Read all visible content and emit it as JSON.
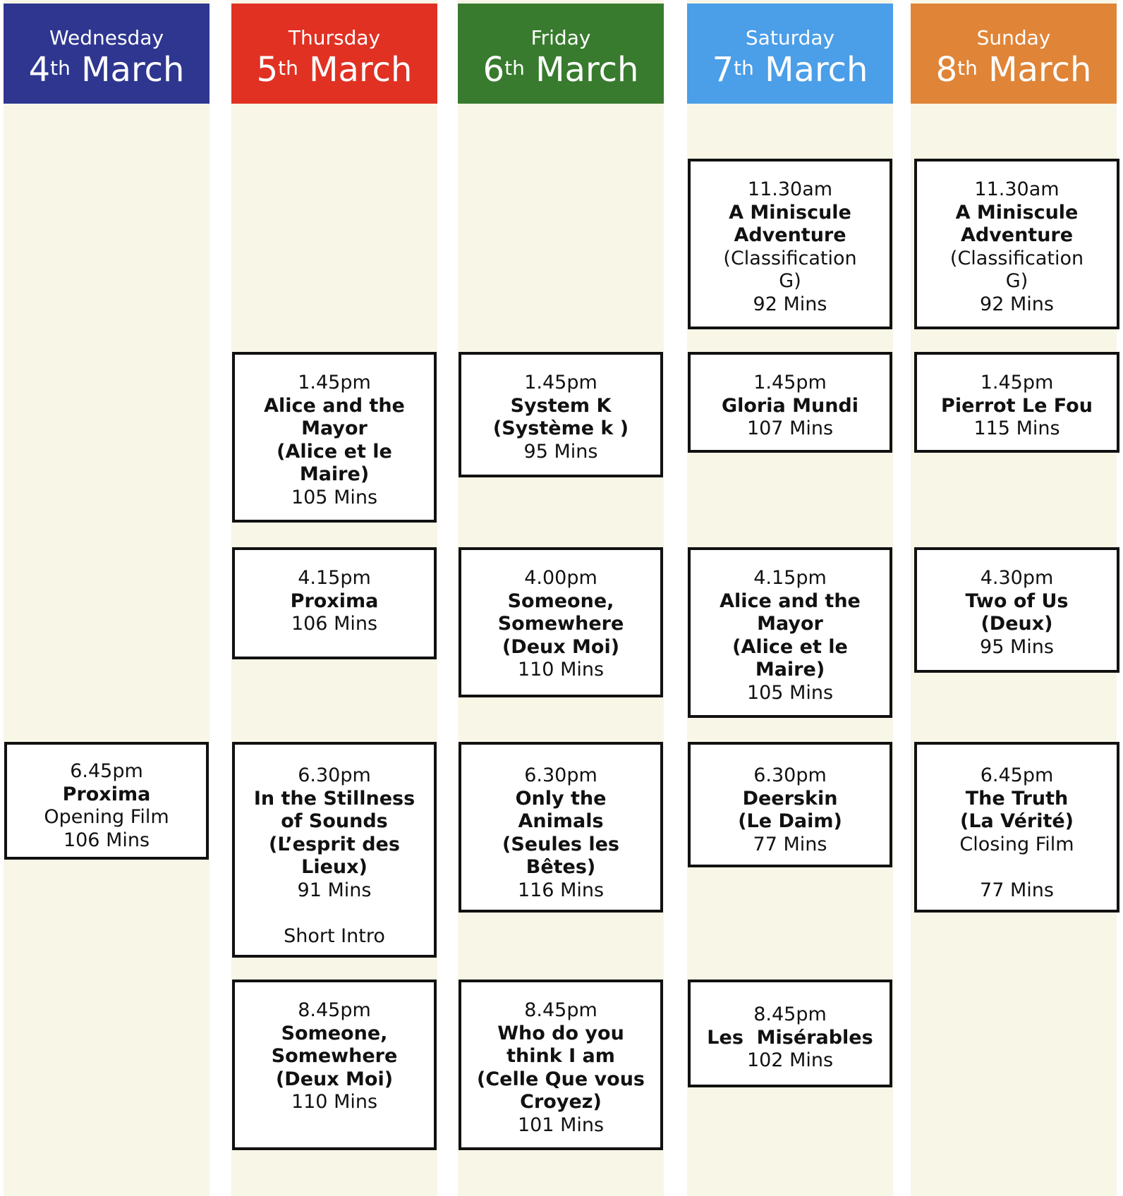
{
  "colors": {
    "wednesday": "#2e3690",
    "thursday": "#e03123",
    "friday": "#387b2e",
    "saturday": "#4b9ee8",
    "sunday": "#e08437",
    "column_bg": "#f8f6e6"
  },
  "days": [
    {
      "weekday": "Wednesday",
      "day": "4",
      "suffix": "th",
      "month": "March",
      "events": [
        {
          "time": "6.45pm",
          "title": [
            "Proxima"
          ],
          "extra": "Opening Film",
          "duration": "106 Mins"
        }
      ]
    },
    {
      "weekday": "Thursday",
      "day": "5",
      "suffix": "th",
      "month": "March",
      "events": [
        {
          "time": "1.45pm",
          "title": [
            "Alice and the",
            "Mayor",
            "(Alice et le",
            "Maire)"
          ],
          "duration": "105 Mins"
        },
        {
          "time": "4.15pm",
          "title": [
            "Proxima"
          ],
          "duration": "106 Mins"
        },
        {
          "time": "6.30pm",
          "title": [
            "In the Stillness",
            "of Sounds",
            "(L’esprit des",
            "Lieux)"
          ],
          "duration": "91 Mins",
          "note": "Short Intro"
        },
        {
          "time": "8.45pm",
          "title": [
            "Someone,",
            "Somewhere",
            "(Deux Moi)"
          ],
          "duration": "110 Mins"
        }
      ]
    },
    {
      "weekday": "Friday",
      "day": "6",
      "suffix": "th",
      "month": "March",
      "events": [
        {
          "time": "1.45pm",
          "title": [
            "System K",
            "(Système k )"
          ],
          "duration": "95 Mins"
        },
        {
          "time": "4.00pm",
          "title": [
            "Someone,",
            "Somewhere",
            "(Deux Moi)"
          ],
          "duration": "110 Mins"
        },
        {
          "time": "6.30pm",
          "title": [
            "Only the",
            "Animals",
            "(Seules les",
            "Bêtes)"
          ],
          "duration": "116 Mins"
        },
        {
          "time": "8.45pm",
          "title": [
            "Who do you",
            "think I am",
            "(Celle Que vous",
            "Croyez)"
          ],
          "duration": "101 Mins"
        }
      ]
    },
    {
      "weekday": "Saturday",
      "day": "7",
      "suffix": "th",
      "month": "March",
      "events": [
        {
          "time": "11.30am",
          "title": [
            "A Miniscule",
            "Adventure"
          ],
          "extra": "(Classification G)",
          "duration": "92 Mins"
        },
        {
          "time": "1.45pm",
          "title": [
            "Gloria Mundi"
          ],
          "duration": "107 Mins"
        },
        {
          "time": "4.15pm",
          "title": [
            "Alice and the",
            "Mayor",
            "(Alice et le",
            "Maire)"
          ],
          "duration": "105 Mins"
        },
        {
          "time": "6.30pm",
          "title": [
            "Deerskin",
            "(Le Daim)"
          ],
          "duration": "77 Mins"
        },
        {
          "time": "8.45pm",
          "title": [
            "Les  Misérables"
          ],
          "duration": "102 Mins"
        }
      ]
    },
    {
      "weekday": "Sunday",
      "day": "8",
      "suffix": "th",
      "month": "March",
      "events": [
        {
          "time": "11.30am",
          "title": [
            "A Miniscule",
            "Adventure"
          ],
          "extra": "(Classification G)",
          "duration": "92 Mins"
        },
        {
          "time": "1.45pm",
          "title": [
            "Pierrot Le Fou"
          ],
          "duration": "115 Mins"
        },
        {
          "time": "4.30pm",
          "title": [
            "Two of Us",
            "(Deux)"
          ],
          "duration": "95 Mins"
        },
        {
          "time": "6.45pm",
          "title": [
            "The Truth",
            "(La Vérité)"
          ],
          "extra": "Closing Film",
          "duration": "77 Mins"
        }
      ]
    }
  ]
}
